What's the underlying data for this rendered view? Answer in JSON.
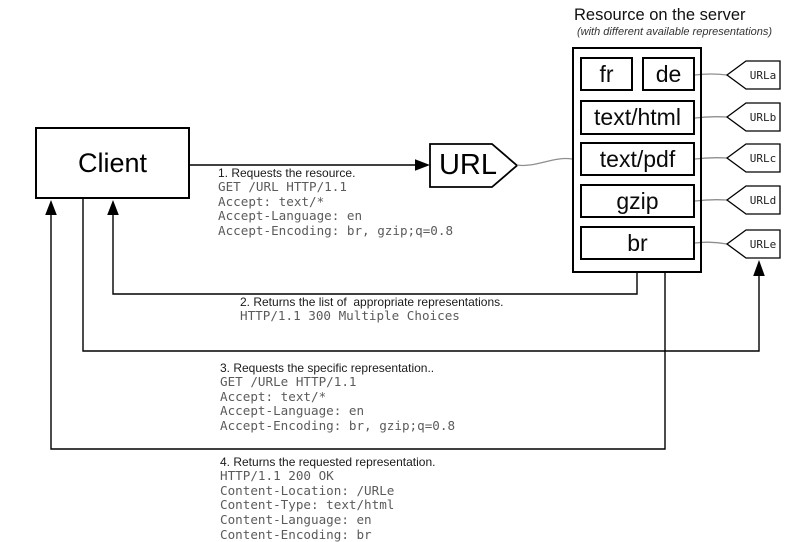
{
  "header": {
    "title": "Resource on the server",
    "subtitle": "(with different available representations)"
  },
  "client": {
    "label": "Client"
  },
  "url_node": {
    "label": "URL"
  },
  "server": {
    "rows": [
      {
        "boxes": [
          "fr",
          "de"
        ],
        "tag": "URLa"
      },
      {
        "boxes": [
          "text/html"
        ],
        "tag": "URLb"
      },
      {
        "boxes": [
          "text/pdf"
        ],
        "tag": "URLc"
      },
      {
        "boxes": [
          "gzip"
        ],
        "tag": "URLd"
      },
      {
        "boxes": [
          "br"
        ],
        "tag": "URLe"
      }
    ]
  },
  "messages": [
    {
      "step": "1. Requests the resource.",
      "lines": [
        "GET /URL HTTP/1.1",
        "Accept: text/*",
        "Accept-Language: en",
        "Accept-Encoding: br, gzip;q=0.8"
      ]
    },
    {
      "step": "2. Returns the list of  appropriate representations.",
      "lines": [
        "HTTP/1.1 300 Multiple Choices"
      ]
    },
    {
      "step": "3. Requests the specific representation..",
      "lines": [
        "GET /URLe HTTP/1.1",
        "Accept: text/*",
        "Accept-Language: en",
        "Accept-Encoding: br, gzip;q=0.8"
      ]
    },
    {
      "step": "4. Returns the requested representation.",
      "lines": [
        "HTTP/1.1 200 OK",
        "Content-Location: /URLe",
        "Content-Type: text/html",
        "Content-Language: en",
        "Content-Encoding: br"
      ]
    }
  ],
  "colors": {
    "line": "#000000",
    "connector": "#999999",
    "code_text": "#5b5b5b",
    "box_border": "#000000"
  }
}
